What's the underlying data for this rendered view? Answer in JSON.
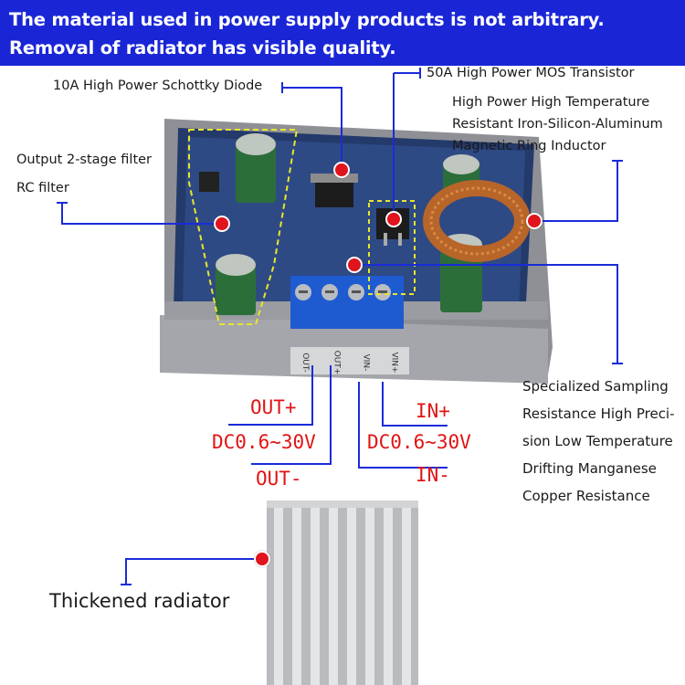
{
  "banner": {
    "text": "The material used in power supply products is not arbitrary. Removal of radiator has visible quality."
  },
  "callouts": {
    "schottky": "10A High Power Schottky Diode",
    "mos": "50A High Power MOS Transistor",
    "inductor": [
      "High Power High Temperature",
      "Resistant Iron-Silicon-Aluminum",
      "Magnetic Ring Inductor"
    ],
    "filter": [
      "Output 2-stage filter",
      "RC filter"
    ],
    "resistor": [
      "Specialized Sampling",
      "Resistance High Preci-",
      "sion Low Temperature",
      "Drifting Manganese",
      "Copper Resistance"
    ],
    "radiator": "Thickened radiator"
  },
  "terminals": {
    "out_plus": "OUT+",
    "out_minus": "OUT-",
    "in_plus": "IN+",
    "in_minus": "IN-",
    "out_range": "DC0.6~30V",
    "in_range": "DC0.6~30V",
    "silk": [
      "OUT-",
      "OUT+",
      "VIN-",
      "VIN+"
    ]
  },
  "colors": {
    "banner_bg": "#1a26d6",
    "callout_line": "#1a2bd9",
    "dot": "#e0141c",
    "terminal_text": "#e01414",
    "highlight_box": "#e8e62a"
  }
}
